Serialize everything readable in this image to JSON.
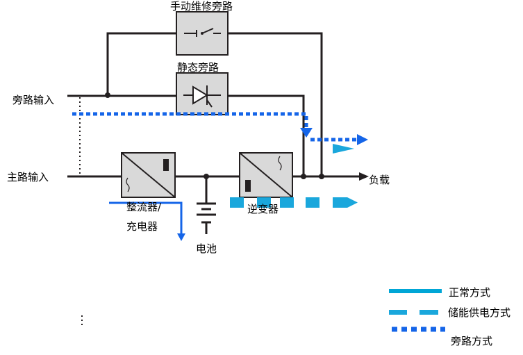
{
  "labels": {
    "manual_bypass": "手动维修旁路",
    "static_bypass": "静态旁路",
    "bypass_input": "旁路输入",
    "main_input": "主路输入",
    "load": "负载",
    "rectifier_line1": "整流器/",
    "rectifier_line2": "充电器",
    "inverter": "逆变器",
    "battery": "电池"
  },
  "legend": {
    "normal": "正常方式",
    "storage": "储能供电方式",
    "bypass": "旁路方式"
  },
  "colors": {
    "wire": "#231f20",
    "box_fill": "#d9d9d9",
    "normal": "#00a6d6",
    "storage": "#1aa7dc",
    "bypass": "#1565e8",
    "rectifier_arrow": "#1565e8"
  }
}
